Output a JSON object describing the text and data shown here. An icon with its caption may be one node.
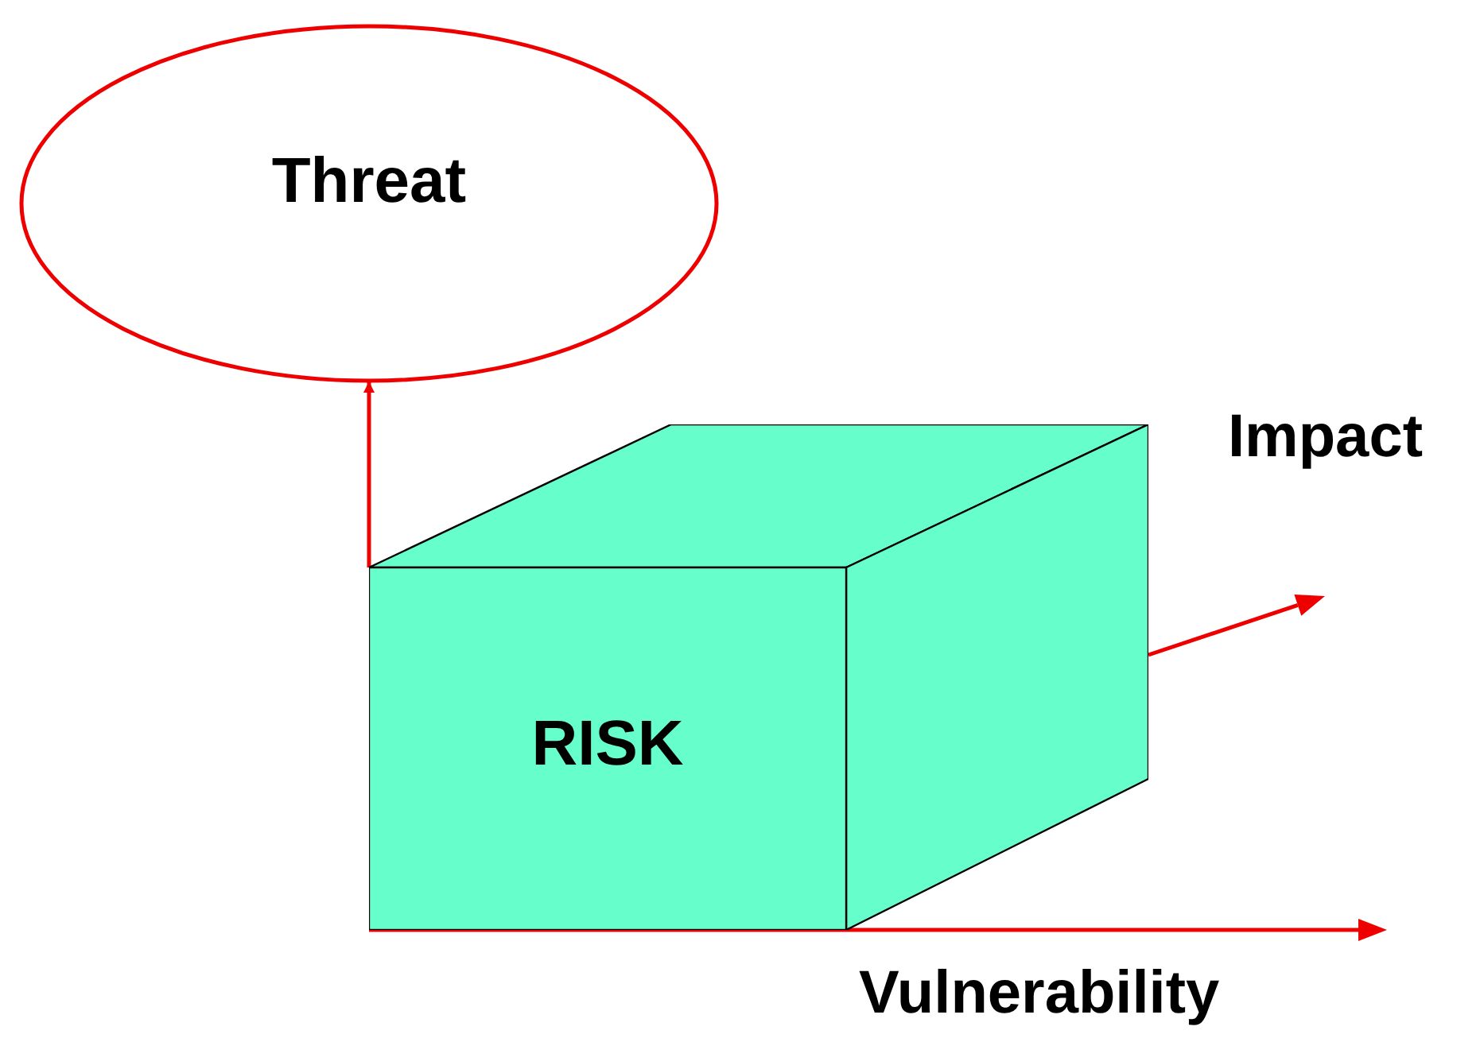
{
  "diagram": {
    "nodes": [
      {
        "text": [
          "Threat"
        ]
      },
      {
        "text": [
          "RISK"
        ]
      }
    ],
    "edges": [
      {
        "from": 1,
        "to": 0,
        "arrow": "to"
      }
    ],
    "labels": [
      "Impact",
      "Vulnerability"
    ]
  }
}
